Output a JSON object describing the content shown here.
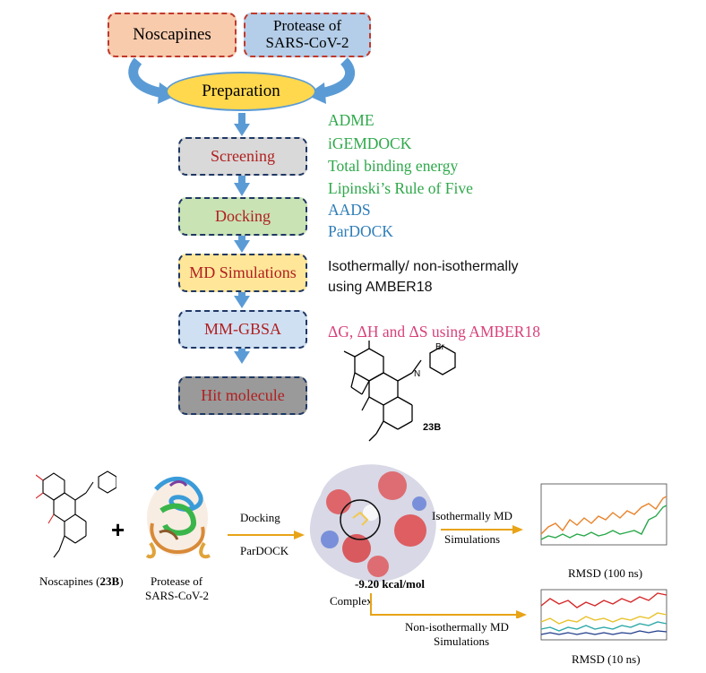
{
  "colors": {
    "orange_box": "#f8cbad",
    "blue_box": "#b4cde8",
    "ellipse_fill": "#ffd84d",
    "gray_box": "#d9d9d9",
    "green_box": "#c9e3b5",
    "yellow_box": "#ffe699",
    "light_blue_box": "#cfe0f3",
    "dark_gray_box": "#9a9a9a",
    "arrow_blue": "#5b9bd5",
    "arrow_gold": "#e8a317",
    "green_text": "#2ea84a",
    "blue_text": "#2e7db8",
    "pink_text": "#d8417b",
    "red_text": "#b11f1f"
  },
  "top_boxes": {
    "noscapines": "Noscapines",
    "protease_line1": "Protease of",
    "protease_line2": "SARS-CoV-2"
  },
  "preparation": "Preparation",
  "steps": [
    {
      "label": "Screening"
    },
    {
      "label": "Docking"
    },
    {
      "label": "MD Simulations"
    },
    {
      "label": "MM-GBSA"
    },
    {
      "label": "Hit molecule"
    }
  ],
  "screening_items": [
    "ADME",
    "iGEMDOCK",
    "Total binding energy",
    "Lipinski’s Rule of Five"
  ],
  "docking_items": [
    "AADS",
    "ParDOCK"
  ],
  "md_text": [
    "Isothermally/ non-isothermally",
    "using AMBER18"
  ],
  "mmgbsa_text": "ΔG, ΔH and ΔS using AMBER18",
  "molecule": {
    "label": "23B",
    "br": "Br",
    "n": "N"
  },
  "bottom": {
    "plus": "+",
    "noscapines_caption": "Noscapines (",
    "noscapines_bold": "23B",
    "noscapines_close": ")",
    "protease_caption1": "Protease of",
    "protease_caption2": "SARS-CoV-2",
    "docking": "Docking",
    "pardock": "ParDOCK",
    "energy": "-9.20 kcal/mol",
    "complex": "Complex",
    "iso_md1": "Isothermally MD",
    "iso_md2": "Simulations",
    "noniso_md1": "Non-isothermally MD",
    "noniso_md2": "Simulations",
    "rmsd_100": "RMSD (100 ns)",
    "rmsd_10": "RMSD (10 ns)"
  }
}
